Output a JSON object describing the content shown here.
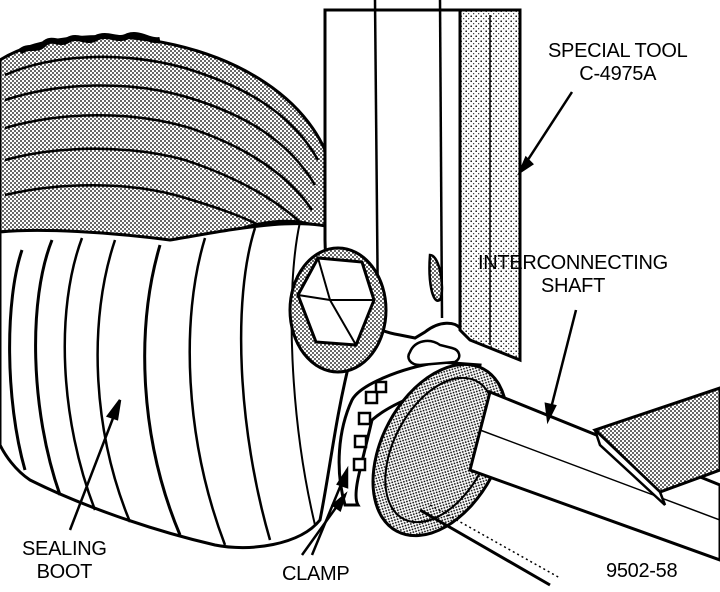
{
  "callouts": {
    "special_tool": {
      "line1": "SPECIAL TOOL",
      "line2": "C-4975A"
    },
    "interconnecting_shaft": {
      "line1": "INTERCONNECTING",
      "line2": "SHAFT"
    },
    "sealing_boot": {
      "line1": "SEALING",
      "line2": "BOOT"
    },
    "clamp": {
      "text": "CLAMP"
    }
  },
  "figure_number": "9502-58",
  "colors": {
    "ink": "#000000",
    "paper": "#ffffff",
    "shade": "#8c8c8c"
  }
}
